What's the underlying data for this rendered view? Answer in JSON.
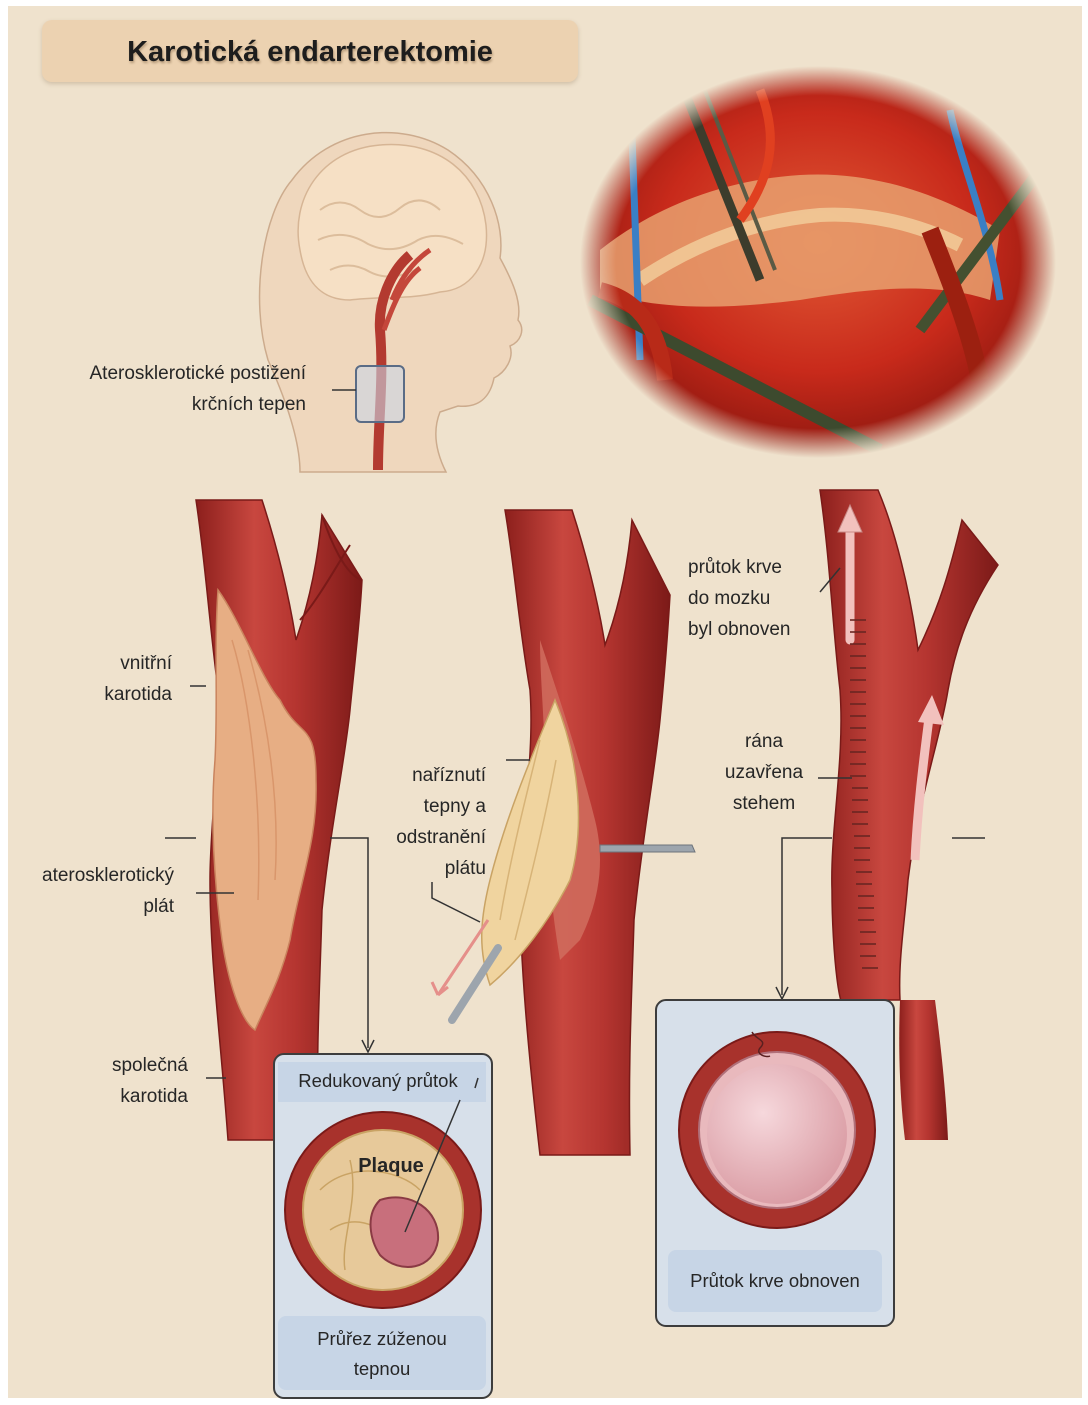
{
  "title": "Karotická endarterektomie",
  "labels": {
    "neck_lesion": [
      "Aterosklerotické postižení",
      "krčních tepen"
    ],
    "internal_carotid": [
      "vnitřní",
      "karotida"
    ],
    "plaque": [
      "aterosklerotický",
      "plát"
    ],
    "common_carotid": [
      "společná",
      "karotida"
    ],
    "incision": [
      "naříznutí",
      "tepny a",
      "odstranění",
      "plátu"
    ],
    "flow_restored": [
      "průtok krve",
      "do mozku",
      "byl obnoven"
    ],
    "wound_closed": [
      "rána",
      "uzavřena",
      "stehem"
    ]
  },
  "inset_narrowed": {
    "top_label": "Redukovaný průtok",
    "plaque_label": "Plaque",
    "caption": [
      "Průřez zúženou",
      "tepnou"
    ]
  },
  "inset_restored": {
    "caption": "Průtok krve obnoven"
  },
  "colors": {
    "background": "#efe2cd",
    "title_box": "#ecd2b1",
    "artery": "#a8322c",
    "artery_light": "#cc5a4f",
    "plaque": "#e8b087",
    "inset_box": "#c7d5e6"
  }
}
